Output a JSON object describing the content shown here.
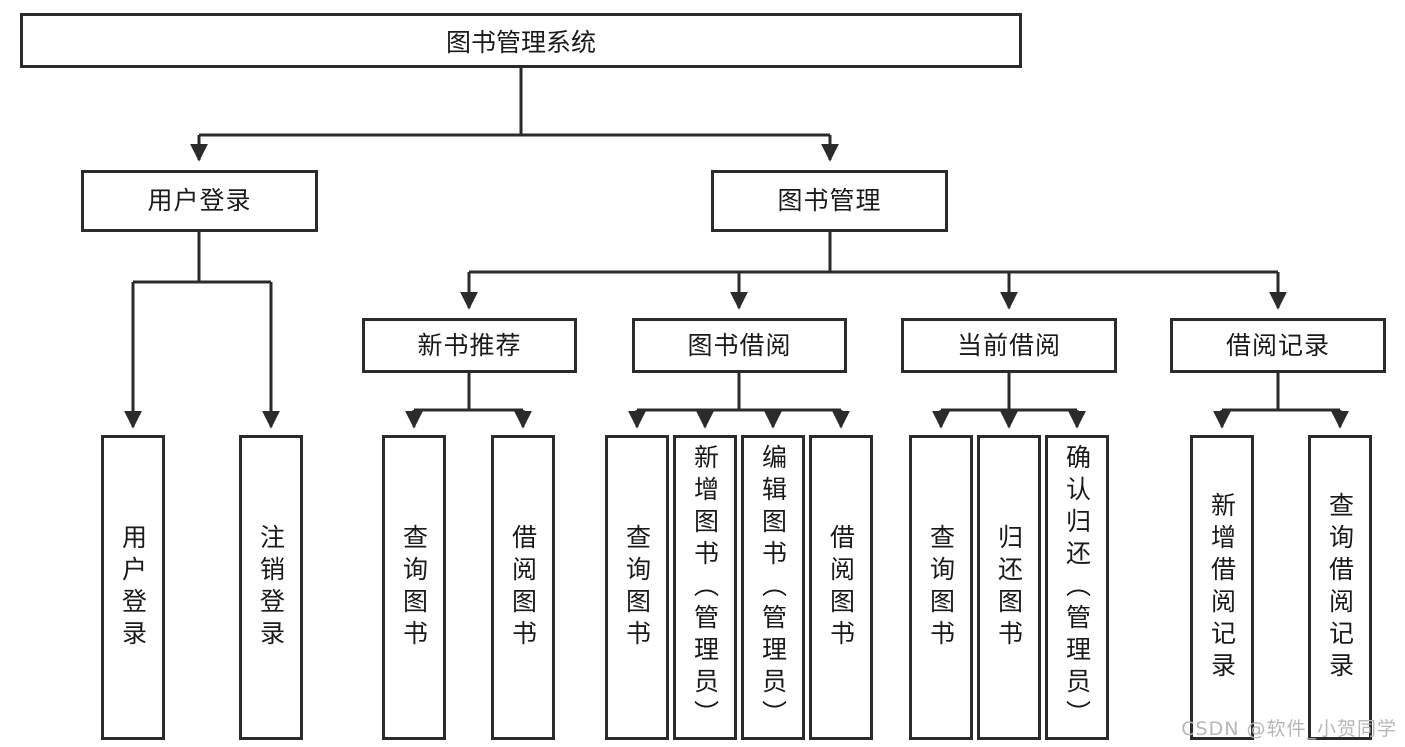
{
  "diagram": {
    "type": "tree",
    "title": "图书管理系统",
    "watermark": "CSDN @软件_小贺同学",
    "colors": {
      "border": "#2b2b2b",
      "background": "#ffffff",
      "text": "#1a1a1a",
      "watermark": "#b7b7b7"
    },
    "root": {
      "label": "图书管理系统"
    },
    "level2": [
      {
        "label": "用户登录"
      },
      {
        "label": "图书管理"
      }
    ],
    "level3": [
      {
        "label": "新书推荐"
      },
      {
        "label": "图书借阅"
      },
      {
        "label": "当前借阅"
      },
      {
        "label": "借阅记录"
      }
    ],
    "leaves": {
      "user_login": [
        {
          "label": "用户登录"
        },
        {
          "label": "注销登录"
        }
      ],
      "new_book": [
        {
          "label": "查询图书"
        },
        {
          "label": "借阅图书"
        }
      ],
      "book_borrow": [
        {
          "label": "查询图书"
        },
        {
          "label": "新增图书（管理员）"
        },
        {
          "label": "编辑图书（管理员）"
        },
        {
          "label": "借阅图书"
        }
      ],
      "current_borrow": [
        {
          "label": "查询图书"
        },
        {
          "label": "归还图书"
        },
        {
          "label": "确认归还（管理员）"
        }
      ],
      "borrow_record": [
        {
          "label": "新增借阅记录"
        },
        {
          "label": "查询借阅记录"
        }
      ]
    }
  }
}
